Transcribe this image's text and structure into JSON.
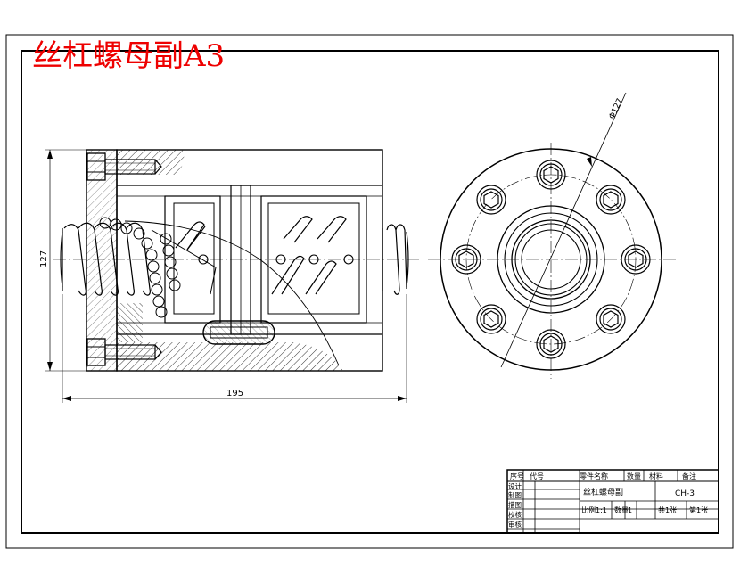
{
  "title": "丝杠螺母副A3",
  "dimensions": {
    "length": "195",
    "height": "127",
    "pcd": "Φ127"
  },
  "title_block": {
    "header": [
      "序号",
      "代号",
      "零件名称",
      "数量",
      "材料",
      "备注"
    ],
    "part_name": "丝杠螺母副",
    "drawing_no": "CH-3",
    "scale_label": "比例",
    "scale_value": "1:1",
    "quantity_label": "数量",
    "quantity_value": "1",
    "sheets_total": "共1张",
    "sheet_no": "第1张",
    "roles": [
      "设计",
      "制图",
      "描图",
      "校核",
      "审核"
    ]
  },
  "colors": {
    "title": "#ee0000",
    "line": "#000000"
  }
}
